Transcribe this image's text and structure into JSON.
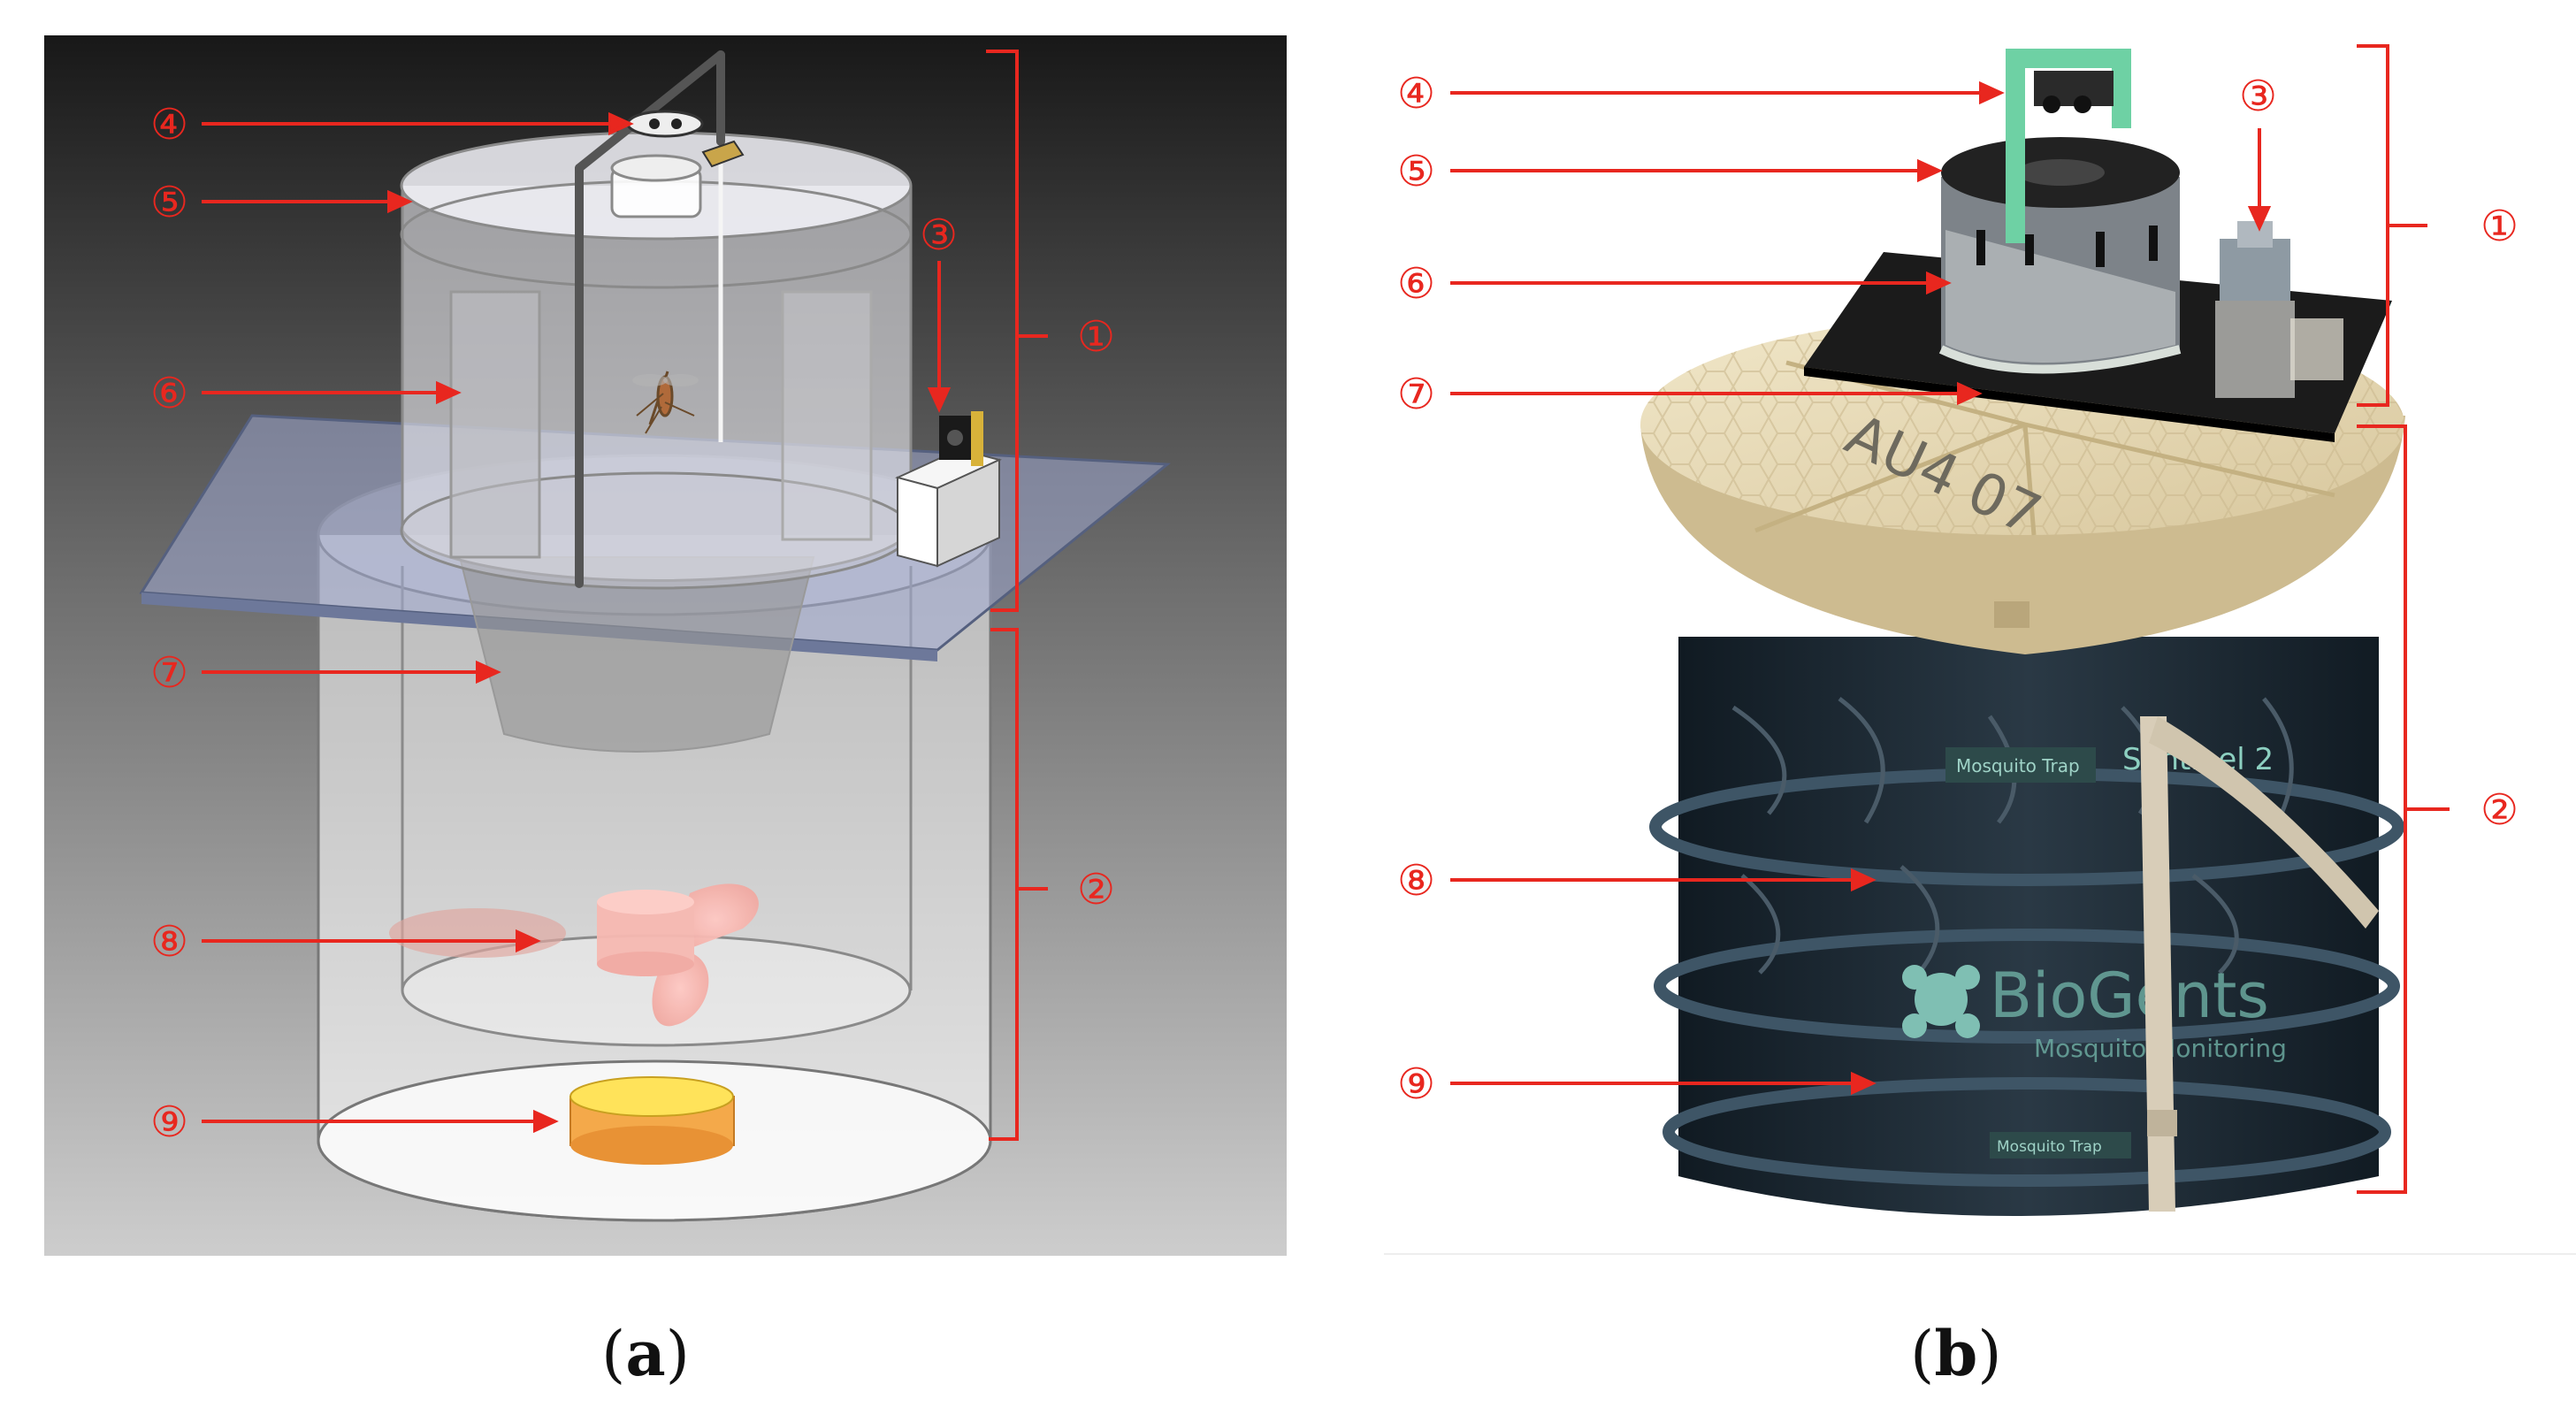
{
  "panels": {
    "a": {
      "caption_open": "(",
      "caption_letter": "a",
      "caption_close": ")"
    },
    "b": {
      "caption_open": "(",
      "caption_letter": "b",
      "caption_close": ")"
    }
  },
  "labels": {
    "n1": "①",
    "n2": "②",
    "n3": "③",
    "n4": "④",
    "n5": "⑤",
    "n6": "⑥",
    "n7": "⑦",
    "n8": "⑧",
    "n9": "⑨"
  },
  "photo_text": {
    "lid_handwriting": "AU4 07",
    "brand": "BioGents",
    "brand_sub": "Mosquito Monitoring",
    "product": "Sentinel 2",
    "strip_label": "Mosquito Trap"
  },
  "colors": {
    "annotation": "#e8271f",
    "render_bg_top": "#1a1a1a",
    "render_bg_bottom": "#c9c9c9",
    "plate": "#9aa6cc",
    "lid": "#e6d8b4",
    "bag": "#1e2d38"
  }
}
